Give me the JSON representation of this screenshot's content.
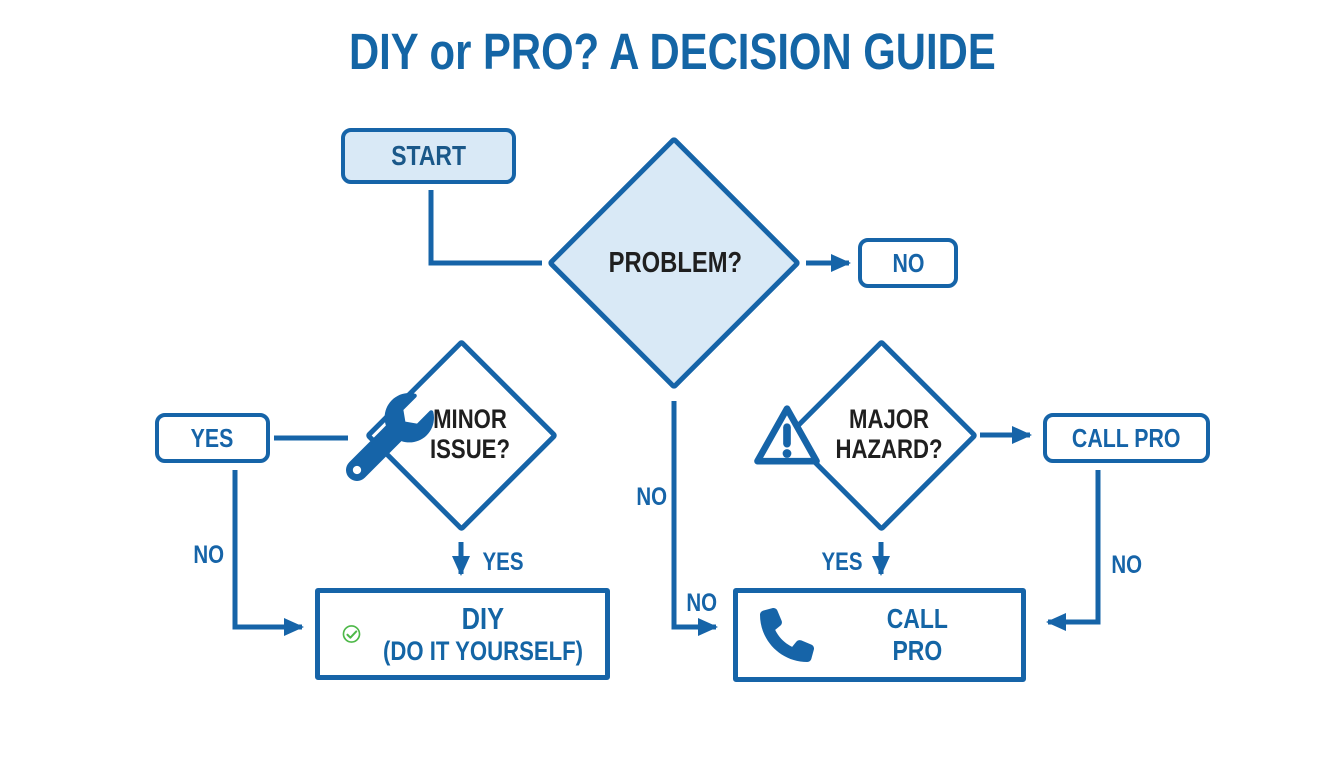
{
  "title": "DIY or PRO? A DECISION GUIDE",
  "colors": {
    "line_blue": "#1664a8",
    "title_blue": "#1465a5",
    "light_blue_fill": "#d9e9f6",
    "dark_text": "#1f1f1f",
    "check_green": "#4db848"
  },
  "nodes": {
    "start": {
      "label": "START"
    },
    "problem": {
      "label": "PROBLEM?"
    },
    "no_terminal": {
      "label": "NO"
    },
    "yes_terminal": {
      "label": "YES"
    },
    "minor_issue": {
      "line1": "MINOR",
      "line2": "ISSUE?",
      "icon": "wrench-icon"
    },
    "major_hazard": {
      "line1": "MAJOR",
      "line2": "HAZARD?",
      "icon": "warning-triangle-icon"
    },
    "call_pro_terminal": {
      "label": "CALL PRO"
    },
    "diy_result": {
      "line1": "DIY",
      "line2": "(DO IT YOURSELF)",
      "icon": "check-circle-icon"
    },
    "call_pro_result": {
      "line1": "CALL",
      "line2": "PRO",
      "icon": "phone-icon"
    }
  },
  "edge_labels": {
    "yes_branch_no": "NO",
    "minor_yes": "YES",
    "problem_no_upper": "NO",
    "problem_no_lower": "NO",
    "major_yes": "YES",
    "call_pro_no": "NO"
  }
}
